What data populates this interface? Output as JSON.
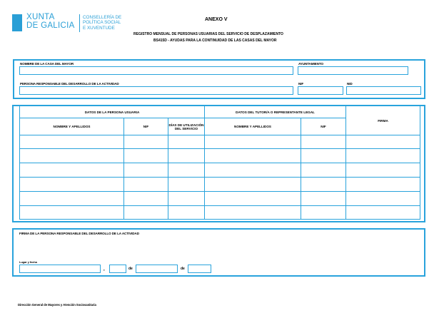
{
  "header": {
    "logo": {
      "line1": "XUNTA",
      "line2": "DE GALICIA",
      "sub1": "CONSELLERÍA DE",
      "sub2": "POLÍTICA SOCIAL",
      "sub3": "E XUVENTUDE",
      "color": "#2a9fd6"
    },
    "annex": "ANEXO V",
    "title_line1": "REGISTRO MENSUAL DE  PERSONAS USUARIAS DEL SERVICIO DE DESPLAZAMIENTO",
    "title_line2": "BS415D - AYUDAS PARA LA CONTINUIDAD DE LAS CASAS DEL MAYOR"
  },
  "identification": {
    "house_name_label": "NOMBRE DE LA CASA DEL MAYOR",
    "house_name_value": "",
    "council_label": "AYUNTAMIENTO",
    "council_value": "",
    "responsible_label": "PERSONA RESPONSABLE DEL DESARROLLO DE LA ACTIVIDAD",
    "responsible_value": "",
    "nif_label": "NIF",
    "nif_value": "",
    "nid_label": "NID",
    "nid_value": ""
  },
  "table": {
    "group_user": "DATOS DE LA PERSONA USUARIA",
    "group_tutor": "DATOS DEL TUTOR/A O REPRESENTANTE LEGAL",
    "columns": [
      "NOMBRE Y APELLIDOS",
      "NIF",
      "DÍAS DE UTILIZACIÓN DEL SERVICIO",
      "NOMBRE Y APELLIDOS",
      "NIF",
      "FIRMA"
    ],
    "rows": [
      [
        "",
        "",
        "",
        "",
        "",
        ""
      ],
      [
        "",
        "",
        "",
        "",
        "",
        ""
      ],
      [
        "",
        "",
        "",
        "",
        "",
        ""
      ],
      [
        "",
        "",
        "",
        "",
        "",
        ""
      ],
      [
        "",
        "",
        "",
        "",
        "",
        ""
      ],
      [
        "",
        "",
        "",
        "",
        "",
        ""
      ]
    ]
  },
  "signature": {
    "label": "FIRMA DE LA PERSONA RESPONSABLE DEL DESARROLLO DE LA ACTIVIDAD",
    "place_label": "Lugar y fecha",
    "comma": ",",
    "de1": "de",
    "de2": "de",
    "place_value": "",
    "day_value": "",
    "month_value": "",
    "year_value": ""
  },
  "footer": {
    "text": "Dirección General de Mayores y Atención Sociosanitaria"
  },
  "colors": {
    "accent": "#29a3dc"
  }
}
